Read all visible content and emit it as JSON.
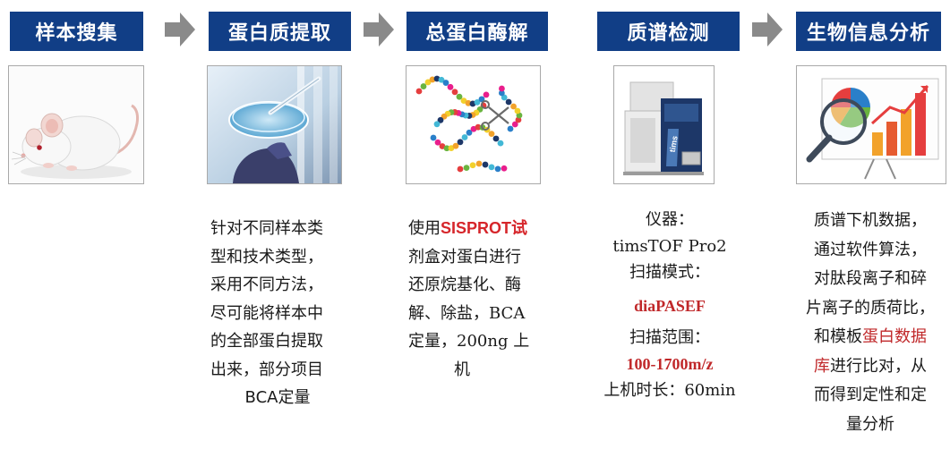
{
  "steps": [
    {
      "title": "样本搜集",
      "image": "white-mouse"
    },
    {
      "title": "蛋白质提取",
      "image": "petri-dish-pipette"
    },
    {
      "title": "总蛋白酶解",
      "image": "peptide-chain-scissors"
    },
    {
      "title": "质谱检测",
      "image": "mass-spectrometer"
    },
    {
      "title": "生物信息分析",
      "image": "bioinformatics-chart"
    }
  ],
  "arrow_icon": "right-arrow",
  "colors": {
    "header_bg": "#113e86",
    "header_text": "#ffffff",
    "arrow": "#8a8a8a",
    "highlight_red": "#c0282a"
  },
  "extraction": {
    "lines": [
      "针对不同样本类",
      "型和技术类型，",
      "采用不同方法，",
      "尽可能将样本中",
      "的全部蛋白提取",
      "出来，部分项目",
      "BCA定量"
    ]
  },
  "digestion": {
    "l1_pre": "使用",
    "l1_kit": "SISPROT试",
    "l2": "剂盒对蛋白进行",
    "l3": "还原烷基化、酶",
    "l4_pre": "解、除盐，",
    "l4_mono": "BCA",
    "l5_pre": "定量，",
    "l5_mono": "200ng",
    "l5_post": " 上",
    "l6": "机"
  },
  "ms": {
    "instrument_label": "仪器：",
    "instrument_value": "timsTOF Pro2",
    "mode_label": "扫描模式：",
    "mode_value": "diaPASEF",
    "range_label": "扫描范围：",
    "range_value": "100-1700m/z",
    "time_label": "上机时长：",
    "time_value": "60min"
  },
  "bioinfo": {
    "l1": "质谱下机数据，",
    "l2": "通过软件算法，",
    "l3": "对肽段离子和碎",
    "l4": "片离子的质荷比，",
    "l5_pre": "和模板",
    "l5_red": "蛋白数据",
    "l6_red": "库",
    "l6_post": "进行比对，从",
    "l7": "而得到定性和定",
    "l8": "量分析"
  }
}
